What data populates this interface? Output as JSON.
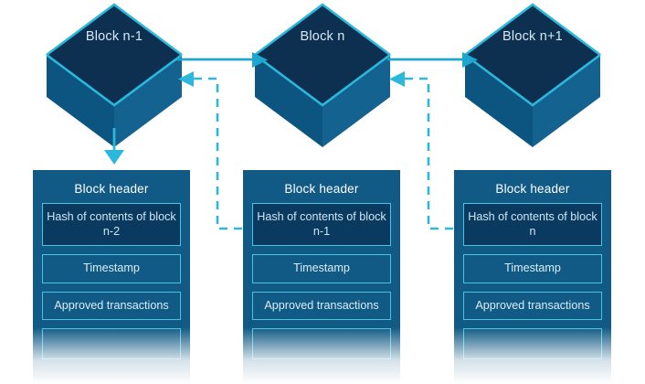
{
  "diagram": {
    "title": "Blockchain block chaining diagram",
    "colors": {
      "cube_top": "#0d3050",
      "cube_left": "#0b5580",
      "cube_right": "#14628f",
      "edge_highlight": "#2bb8dc",
      "card_bg": "#115a85",
      "hash_bg": "#0a3a60",
      "row_border": "#49c3e0",
      "arrow": "#1fa6cc",
      "dashed_arrow": "#2bb8dc",
      "text": "#d9ecf5",
      "background": "#ffffff"
    },
    "blocks": [
      {
        "cube_label": "Block n-1",
        "card": {
          "title": "Block header",
          "rows": [
            {
              "label": "Hash of contents of block n-2",
              "style": "hash"
            },
            {
              "label": "Timestamp",
              "style": "plain"
            },
            {
              "label": "Approved transactions",
              "style": "plain"
            },
            {
              "label": "",
              "style": "ghost"
            }
          ]
        }
      },
      {
        "cube_label": "Block n",
        "card": {
          "title": "Block header",
          "rows": [
            {
              "label": "Hash of contents of block n-1",
              "style": "hash"
            },
            {
              "label": "Timestamp",
              "style": "plain"
            },
            {
              "label": "Approved transactions",
              "style": "plain"
            },
            {
              "label": "",
              "style": "ghost"
            }
          ]
        }
      },
      {
        "cube_label": "Block n+1",
        "card": {
          "title": "Block header",
          "rows": [
            {
              "label": "Hash of contents of block n",
              "style": "hash"
            },
            {
              "label": "Timestamp",
              "style": "plain"
            },
            {
              "label": "Approved transactions",
              "style": "plain"
            },
            {
              "label": "",
              "style": "ghost"
            }
          ]
        }
      }
    ],
    "connectors": [
      {
        "name": "forward-arrow-1",
        "kind": "solid",
        "direction": "right",
        "from": "Block n-1",
        "to": "Block n"
      },
      {
        "name": "forward-arrow-2",
        "kind": "solid",
        "direction": "right",
        "from": "Block n",
        "to": "Block n+1"
      },
      {
        "name": "hash-link-1",
        "kind": "dashed",
        "direction": "left",
        "from": "Hash of contents of block n-1",
        "to": "Block n-1"
      },
      {
        "name": "hash-link-2",
        "kind": "dashed",
        "direction": "left",
        "from": "Hash of contents of block n",
        "to": "Block n"
      },
      {
        "name": "header-arrow-1",
        "kind": "solid",
        "direction": "down",
        "from": "Block n-1",
        "to": "Block header"
      }
    ]
  }
}
